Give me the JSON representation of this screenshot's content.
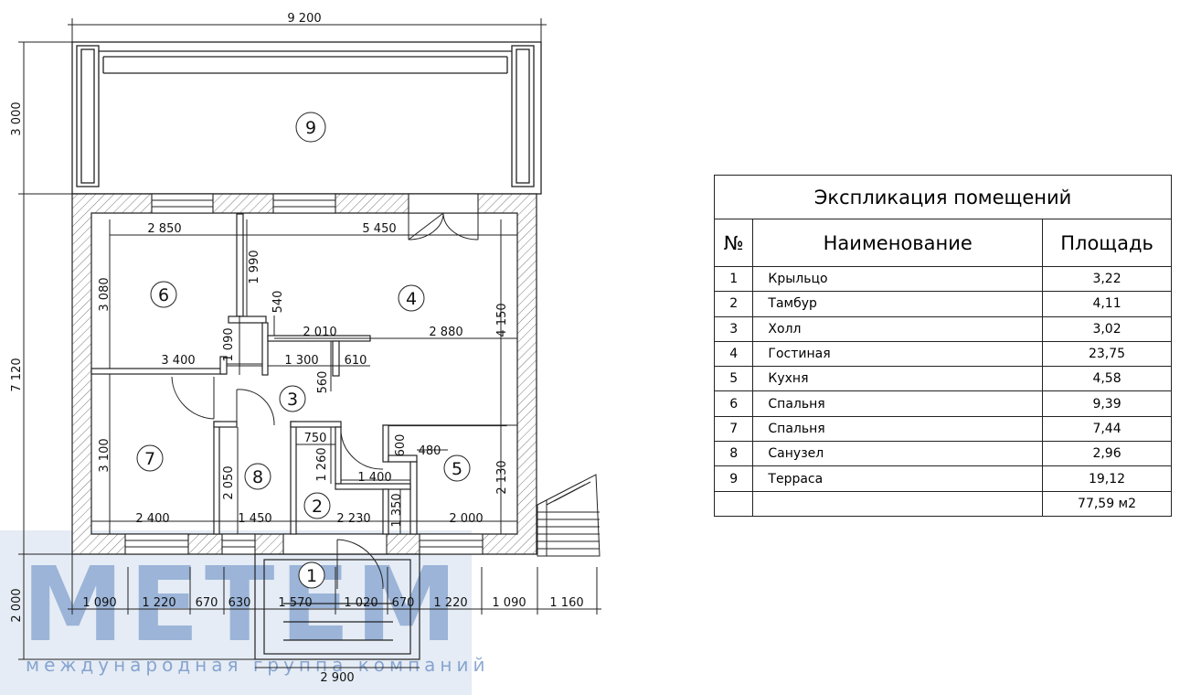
{
  "dims": {
    "top_total": "9 200",
    "left_terrace": "3 000",
    "left_house": "7 120",
    "left_porch": "2 000",
    "bottom_porch": "2 900",
    "bottom_chain": [
      "1 090",
      "1 220",
      "670",
      "630",
      "1 570",
      "1 020",
      "670",
      "1 220",
      "1 090",
      "1 160"
    ],
    "int_2850": "2 850",
    "int_5450": "5 450",
    "int_1990": "1 990",
    "int_3080": "3 080",
    "int_540": "540",
    "int_2010": "2 010",
    "int_2880": "2 880",
    "int_4150": "4 150",
    "int_1090": "1 090",
    "int_3400": "3 400",
    "int_1300": "1 300",
    "int_610": "610",
    "int_560": "560",
    "int_750": "750",
    "int_600": "600",
    "int_480": "480",
    "int_1260": "1 260",
    "int_1400": "1 400",
    "int_3100": "3 100",
    "int_2050": "2 050",
    "int_2130": "2 130",
    "int_1350": "1 350",
    "int_2400": "2 400",
    "int_1450": "1 450",
    "int_2230": "2 230",
    "int_2000": "2 000"
  },
  "room_numbers": [
    "1",
    "2",
    "3",
    "4",
    "5",
    "6",
    "7",
    "8",
    "9"
  ],
  "watermark": {
    "brand": "МЕТЕМ",
    "tagline": "международная группа компаний"
  },
  "legend": {
    "title": "Экспликация помещений",
    "headers": [
      "№",
      "Наименование",
      "Площадь"
    ],
    "rows": [
      {
        "n": "1",
        "name": "Крыльцо",
        "area": "3,22"
      },
      {
        "n": "2",
        "name": "Тамбур",
        "area": "4,11"
      },
      {
        "n": "3",
        "name": "Холл",
        "area": "3,02"
      },
      {
        "n": "4",
        "name": "Гостиная",
        "area": "23,75"
      },
      {
        "n": "5",
        "name": "Кухня",
        "area": "4,58"
      },
      {
        "n": "6",
        "name": "Спальня",
        "area": "9,39"
      },
      {
        "n": "7",
        "name": "Спальня",
        "area": "7,44"
      },
      {
        "n": "8",
        "name": "Санузел",
        "area": "2,96"
      },
      {
        "n": "9",
        "name": "Терраса",
        "area": "19,12"
      }
    ],
    "total": "77,59 м2"
  }
}
